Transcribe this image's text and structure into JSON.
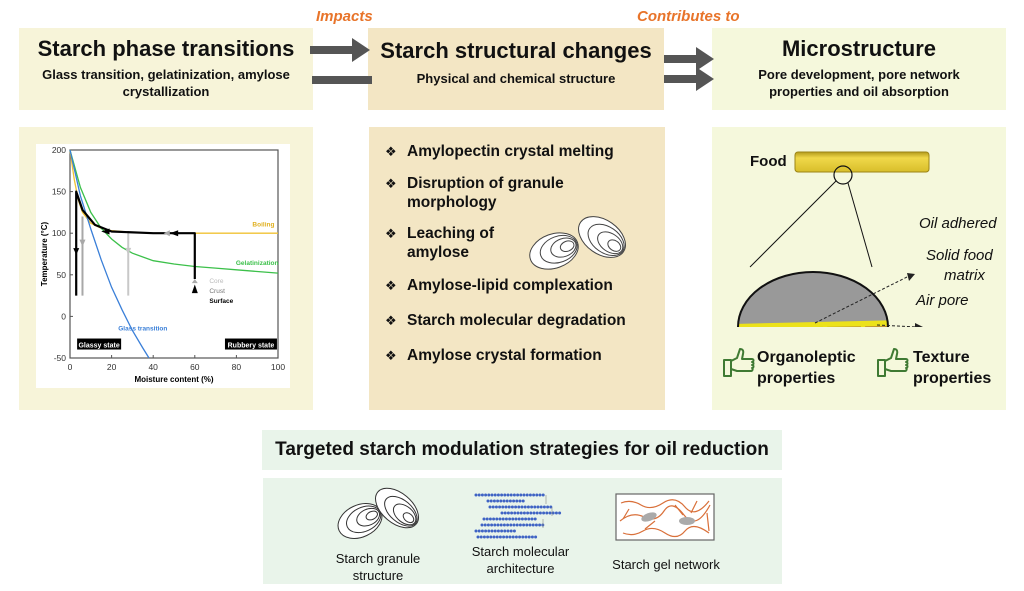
{
  "connectors": {
    "impacts": "Impacts",
    "contributes_to": "Contributes to"
  },
  "top_boxes": [
    {
      "title": "Starch phase transitions",
      "subtitle_lines": [
        "Glass transition, gelatinization, amylose",
        "crystallization"
      ]
    },
    {
      "title": "Starch structural changes",
      "subtitle_lines": [
        "Physical and chemical structure"
      ]
    },
    {
      "title": "Microstructure",
      "subtitle_lines": [
        "Pore development, pore network",
        "properties and oil absorption"
      ]
    }
  ],
  "structural_changes": [
    {
      "lines": [
        "Amylopectin crystal melting"
      ]
    },
    {
      "lines": [
        "Disruption of granule",
        "morphology"
      ]
    },
    {
      "lines": [
        "Leaching of",
        "amylose"
      ]
    },
    {
      "lines": [
        "Amylose-lipid complexation"
      ]
    },
    {
      "lines": [
        "Starch molecular degradation"
      ]
    },
    {
      "lines": [
        "Amylose crystal formation"
      ]
    }
  ],
  "bullet_glyph": "❖",
  "microstructure": {
    "food_label": "Food",
    "callouts": {
      "oil": "Oil adhered",
      "solid_1": "Solid food",
      "solid_2": "matrix",
      "air": "Air pore"
    },
    "properties": [
      {
        "icon": "thumbs-up-icon",
        "lines": [
          "Organoleptic",
          "properties"
        ]
      },
      {
        "icon": "thumbs-up-icon",
        "lines": [
          "Texture",
          "properties"
        ]
      }
    ]
  },
  "strategies": {
    "title": "Targeted starch modulation strategies for oil reduction",
    "items": [
      {
        "lines": [
          "Starch granule",
          "structure"
        ]
      },
      {
        "lines": [
          "Starch molecular",
          "architecture"
        ]
      },
      {
        "lines": [
          "Starch gel network"
        ]
      }
    ]
  },
  "colors": {
    "orange": "#e8742a",
    "boiling": "#f0c234",
    "gelatinization": "#3cc04a",
    "glass_transition": "#3a7fd8",
    "thumb": "#3f7a33"
  },
  "chart_data": {
    "type": "line",
    "title": "",
    "xlabel": "Moisture content (%)",
    "ylabel": "Temperature (°C)",
    "xlim": [
      0,
      100
    ],
    "ylim": [
      -50,
      200
    ],
    "xticks": [
      0,
      20,
      40,
      60,
      80,
      100
    ],
    "yticks": [
      -50,
      0,
      50,
      100,
      150,
      200
    ],
    "grid": false,
    "series": [
      {
        "name": "Boiling",
        "color": "#f0c234",
        "x": [
          0,
          2,
          4,
          6,
          10,
          15,
          20,
          30,
          40,
          50,
          60,
          70,
          80,
          90,
          100
        ],
        "y": [
          200,
          165,
          140,
          125,
          112,
          106,
          103,
          101,
          100,
          100,
          100,
          100,
          100,
          100,
          100
        ]
      },
      {
        "name": "Gelatinization",
        "color": "#3cc04a",
        "x": [
          0,
          5,
          10,
          15,
          20,
          25,
          30,
          40,
          50,
          60,
          70,
          80,
          90,
          100
        ],
        "y": [
          200,
          155,
          125,
          106,
          93,
          83,
          76,
          67,
          63,
          60,
          58,
          56,
          54,
          52
        ]
      },
      {
        "name": "Glass transition",
        "color": "#3a7fd8",
        "x": [
          0,
          5,
          10,
          15,
          20,
          25,
          30,
          35,
          38
        ],
        "y": [
          200,
          145,
          105,
          68,
          35,
          8,
          -17,
          -38,
          -50
        ]
      }
    ],
    "process_path": {
      "name": "Surface",
      "x": [
        60,
        60,
        40,
        20,
        12,
        6,
        3,
        3
      ],
      "y": [
        45,
        100,
        100,
        102,
        110,
        128,
        150,
        25
      ]
    },
    "cooling_arrows": [
      {
        "x": 6,
        "from": 120,
        "to": 25,
        "shade": "gray"
      },
      {
        "x": 28,
        "from": 100,
        "to": 25,
        "shade": "light"
      }
    ],
    "annotations": [
      {
        "text": "Boiling",
        "x": 93,
        "y": 108
      },
      {
        "text": "Gelatinization",
        "x": 90,
        "y": 62
      },
      {
        "text": "Glass transition",
        "x": 35,
        "y": -17
      },
      {
        "text": "Core",
        "x": 67,
        "y": 40
      },
      {
        "text": "Crust",
        "x": 67,
        "y": 28
      },
      {
        "text": "Surface",
        "x": 67,
        "y": 16
      },
      {
        "text": "Glassy state",
        "x": 14,
        "y": -35
      },
      {
        "text": "Rubbery state",
        "x": 87,
        "y": -35
      }
    ]
  }
}
